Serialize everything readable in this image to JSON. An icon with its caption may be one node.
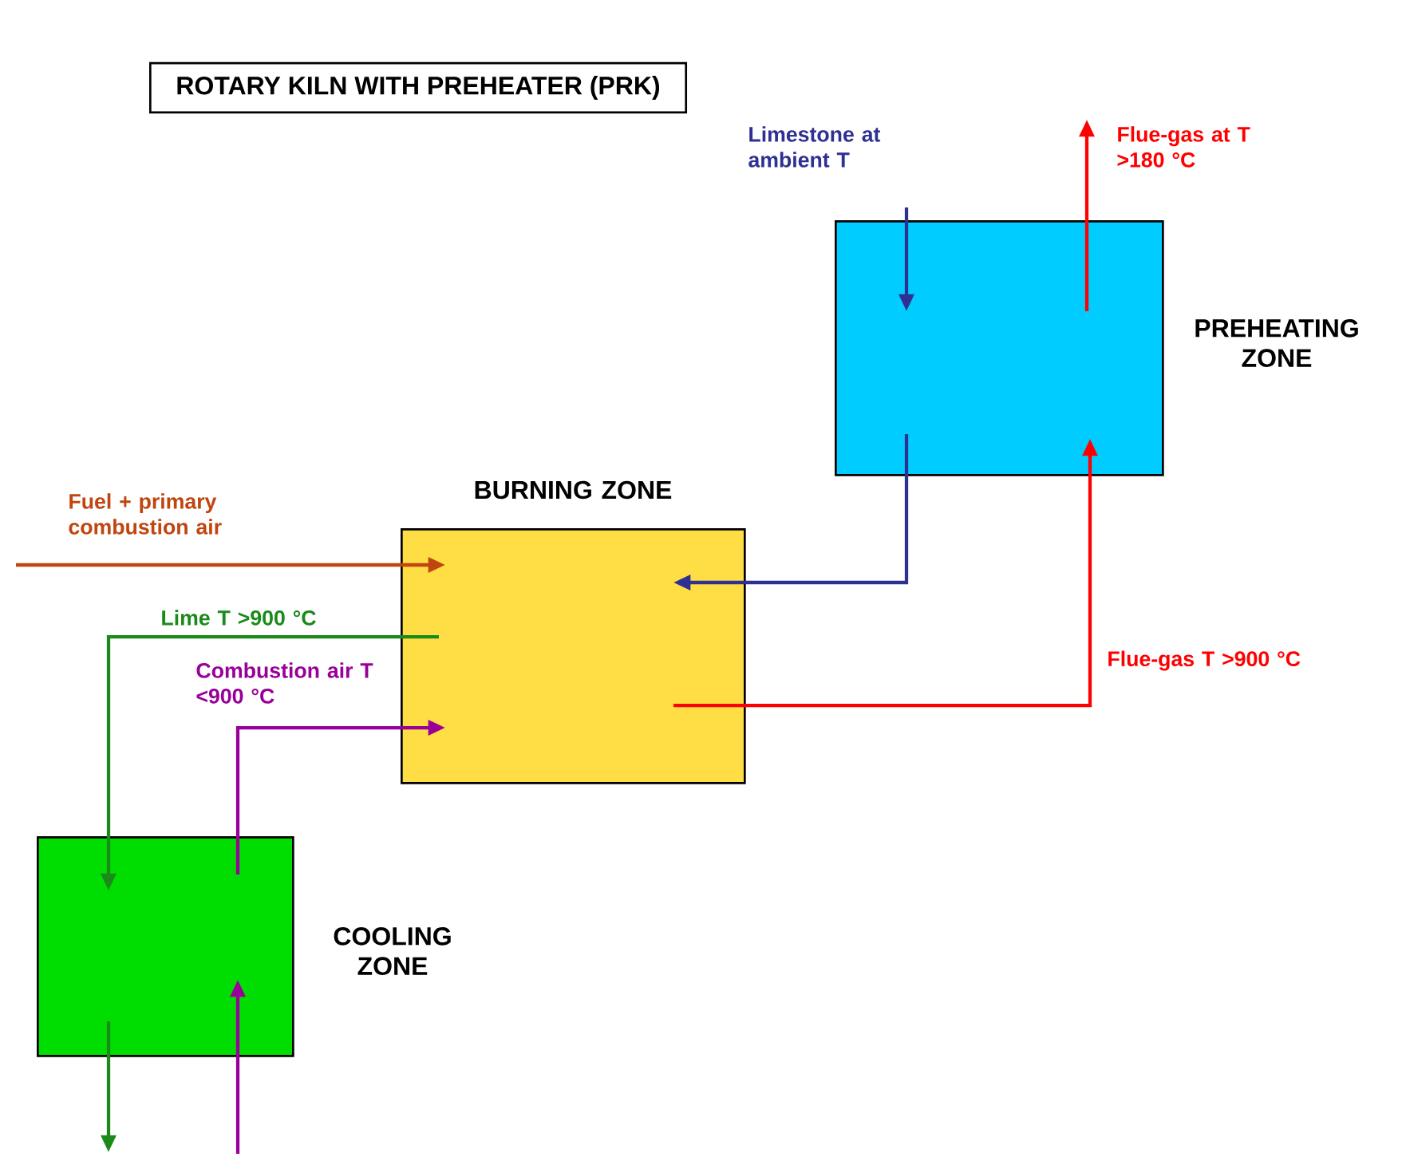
{
  "diagram": {
    "title": "ROTARY KILN WITH PREHEATER (PRK)",
    "nodes": [
      {
        "text": [
          "PREHEATING ZONE"
        ]
      },
      {
        "text": [
          "BURNING ZONE"
        ]
      },
      {
        "text": [
          "COOLING ZONE"
        ]
      }
    ],
    "edges": [
      {
        "from": null,
        "to": 0,
        "arrow": "to",
        "label": "Limestone at ambient T",
        "color": "#2e3192"
      },
      {
        "from": 0,
        "to": null,
        "arrow": "to",
        "label": "Flue-gas at T >180 °C",
        "color": "#ff0000"
      },
      {
        "from": 0,
        "to": 1,
        "arrow": "to",
        "color": "#2e3192"
      },
      {
        "from": 1,
        "to": 0,
        "arrow": "to",
        "label": "Flue-gas T >900 °C",
        "color": "#ff0000"
      },
      {
        "from": null,
        "to": 1,
        "arrow": "to",
        "label": "Fuel + primary combustion air",
        "color": "#c0450f"
      },
      {
        "from": 1,
        "to": 2,
        "arrow": "to",
        "label": "Lime T >900 °C",
        "color": "#1a8a1a"
      },
      {
        "from": 2,
        "to": 1,
        "arrow": "to",
        "label": "Combustion air T <900 °C",
        "color": "#990099"
      },
      {
        "from": 2,
        "to": null,
        "arrow": "to",
        "color": "#1a8a1a"
      },
      {
        "from": null,
        "to": 2,
        "arrow": "to",
        "color": "#990099"
      }
    ]
  }
}
